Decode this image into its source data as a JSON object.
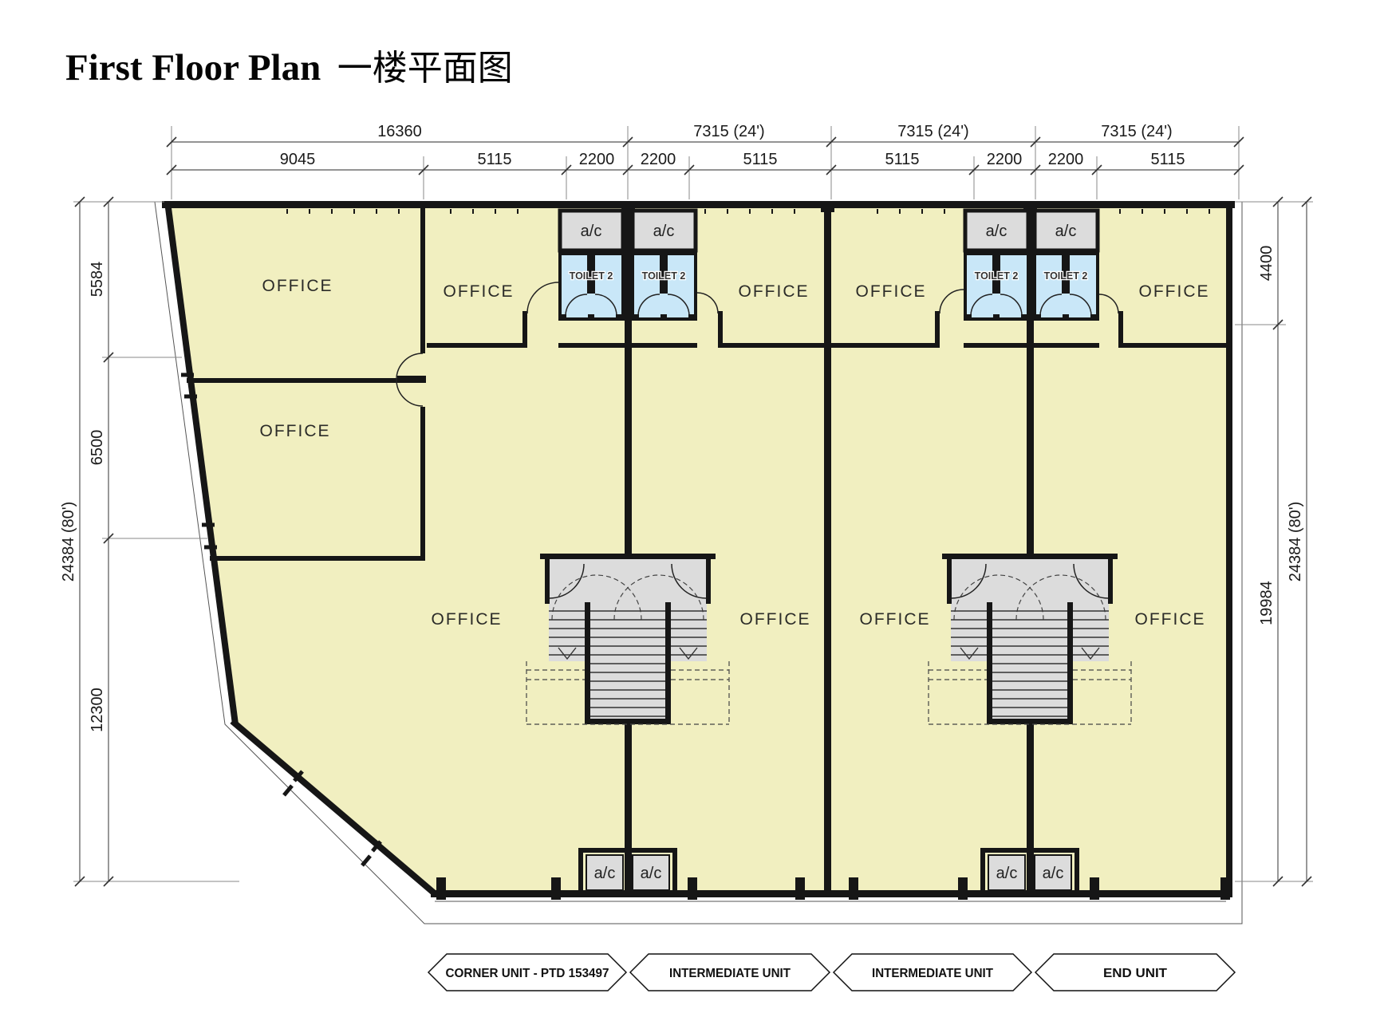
{
  "title": {
    "main": "First Floor Plan",
    "cjk": "一楼平面图"
  },
  "dims": {
    "top_row1": [
      "16360",
      "7315 (24')",
      "7315 (24')",
      "7315 (24')"
    ],
    "top_row2": [
      "9045",
      "5115",
      "2200",
      "2200",
      "5115",
      "5115",
      "2200",
      "2200",
      "5115"
    ],
    "left_total": "24384 (80')",
    "left_segments": [
      "5584",
      "6500",
      "12300"
    ],
    "right_segments": [
      "4400",
      "19984"
    ],
    "right_total": "24384 (80')"
  },
  "labels": {
    "office": "OFFICE",
    "toilet": "TOILET 2",
    "ac": "a/c"
  },
  "banners": [
    "CORNER UNIT - PTD 153497",
    "INTERMEDIATE UNIT",
    "INTERMEDIATE UNIT",
    "END UNIT"
  ],
  "colors": {
    "paper": "#ffffff",
    "floor": "#f1efc0",
    "toilet_fill": "#c9e7f8",
    "equipment_fill": "#dcdcdc",
    "wall": "#1a1a1a"
  }
}
